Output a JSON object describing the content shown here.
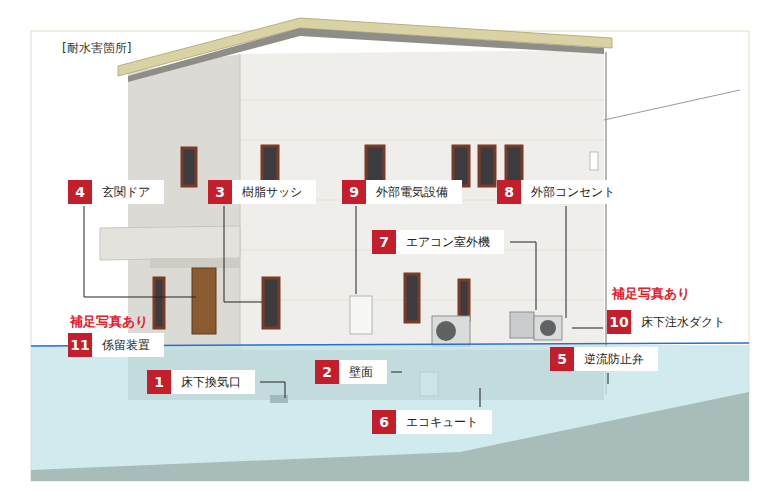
{
  "diagram": {
    "title": "[耐水害箇所]",
    "nodes": [
      {
        "text": [
          "4",
          "玄関ドア"
        ]
      },
      {
        "text": [
          "3",
          "樹脂サッシ"
        ]
      },
      {
        "text": [
          "9",
          "外部電気設備"
        ]
      },
      {
        "text": [
          "8",
          "外部コンセント"
        ]
      },
      {
        "text": [
          "7",
          "エアコン室外機"
        ]
      },
      {
        "text": [
          "10",
          "床下注水ダクト"
        ]
      },
      {
        "text": [
          "11",
          "係留装置"
        ]
      },
      {
        "text": [
          "5",
          "逆流防止弁"
        ]
      },
      {
        "text": [
          "2",
          "壁面"
        ]
      },
      {
        "text": [
          "1",
          "床下換気口"
        ]
      },
      {
        "text": [
          "6",
          "エコキュート"
        ]
      }
    ],
    "labels": [
      "補足写真あり",
      "補足写真あり"
    ]
  }
}
